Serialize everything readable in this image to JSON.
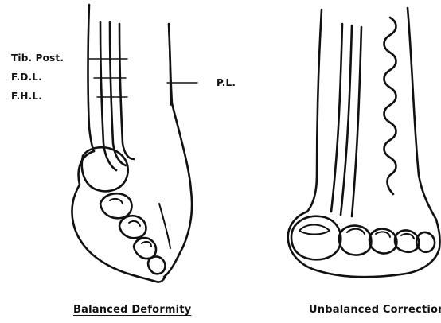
{
  "labels": {
    "tib_post": "Tib. Post.",
    "fdl": "F.D.L.",
    "fhl": "F.H.L.",
    "pl": "P.L."
  },
  "captions": {
    "left": "Balanced Deformity",
    "right": "Unbalanced Correction"
  },
  "colors": {
    "ink": "#111111",
    "background": "#ffffff"
  }
}
